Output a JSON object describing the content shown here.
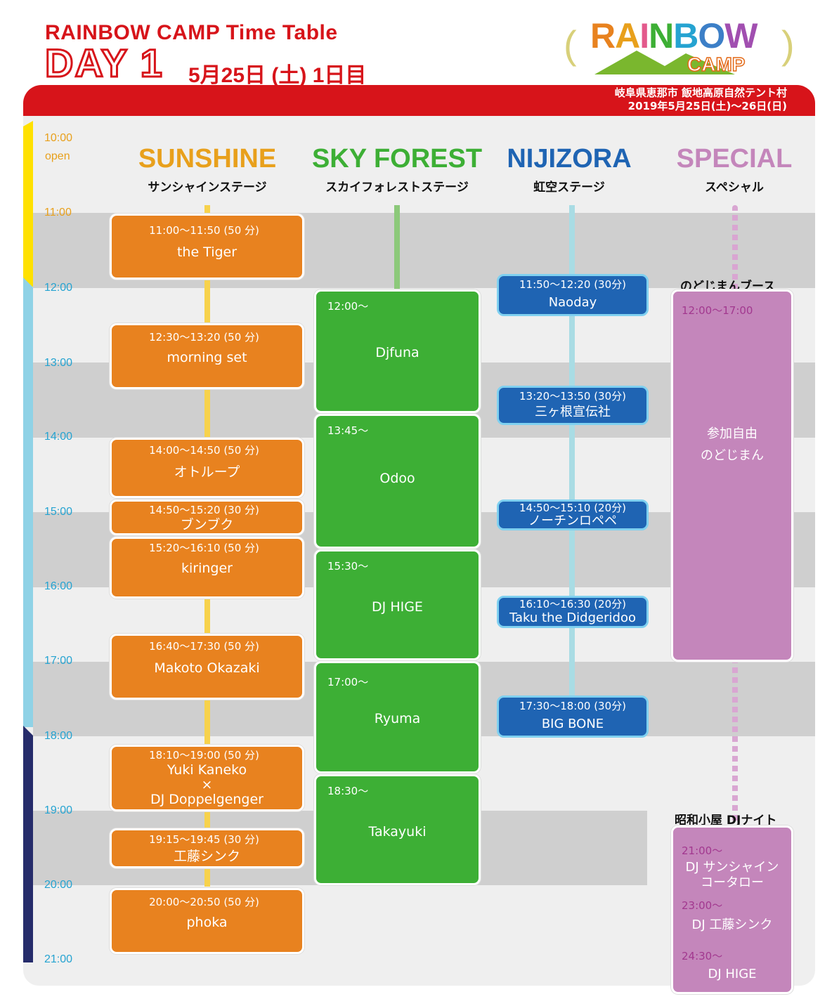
{
  "header": {
    "title": "RAINBOW CAMP  Time Table",
    "day": "DAY 1",
    "date": "5月25日 (土)  1日目"
  },
  "logo": {
    "word_letters": [
      "R",
      "A",
      "I",
      "N",
      "B",
      "O",
      "W"
    ],
    "word_colors": [
      "#e8821f",
      "#e8a01c",
      "#e35a8c",
      "#3daf35",
      "#25a3d1",
      "#3c7fc7",
      "#a14fb0"
    ],
    "camp": "CAMP",
    "paren_left": "(",
    "paren_right": ")"
  },
  "venue": {
    "line1": "岐阜県恵那市 飯地高原自然テント村",
    "line2": "2019年5月25日(土)〜26日(日)"
  },
  "timeline": {
    "open_time": "10:00",
    "open_label": "open",
    "hours": [
      "11:00",
      "12:00",
      "13:00",
      "14:00",
      "15:00",
      "16:00",
      "17:00",
      "18:00",
      "19:00",
      "20:00",
      "21:00"
    ]
  },
  "stages": [
    {
      "en": "SUNSHINE",
      "jp": "サンシャインステージ",
      "color": "#e8a01c"
    },
    {
      "en": "SKY FOREST",
      "jp": "スカイフォレストステージ",
      "color": "#3daf35"
    },
    {
      "en": "NIJIZORA",
      "jp": "虹空ステージ",
      "color": "#1f64b3"
    },
    {
      "en": "SPECIAL",
      "jp": "スペシャル",
      "color": "#c486bb"
    }
  ],
  "sunshine": [
    {
      "time": "11:00〜11:50 (50 分)",
      "name": "the Tiger"
    },
    {
      "time": "12:30〜13:20 (50 分)",
      "name": "morning set"
    },
    {
      "time": "14:00〜14:50 (50 分)",
      "name": "オトループ"
    },
    {
      "time": "14:50〜15:20 (30 分)",
      "name": "ブンブク"
    },
    {
      "time": "15:20〜16:10 (50 分)",
      "name": "kiringer"
    },
    {
      "time": "16:40〜17:30 (50 分)",
      "name": "Makoto Okazaki"
    },
    {
      "time": "18:10〜19:00 (50 分)",
      "name": "Yuki Kaneko",
      "name2": "×",
      "name3": "DJ Doppelgenger"
    },
    {
      "time": "19:15〜19:45 (30 分)",
      "name": "工藤シンク"
    },
    {
      "time": "20:00〜20:50 (50 分)",
      "name": "phoka"
    }
  ],
  "skyforest": [
    {
      "time": "12:00〜",
      "name": "Djfuna"
    },
    {
      "time": "13:45〜",
      "name": "Odoo"
    },
    {
      "time": "15:30〜",
      "name": "DJ HIGE"
    },
    {
      "time": "17:00〜",
      "name": "Ryuma"
    },
    {
      "time": "18:30〜",
      "name": "Takayuki"
    }
  ],
  "nijizora": [
    {
      "time": "11:50〜12:20 (30分)",
      "name": "Naoday"
    },
    {
      "time": "13:20〜13:50 (30分)",
      "name": "三ヶ根宣伝社"
    },
    {
      "time": "14:50〜15:10 (20分)",
      "name": "ノーチンロペペ"
    },
    {
      "time": "16:10〜16:30 (20分)",
      "name": "Taku the Didgeridoo"
    },
    {
      "time": "17:30〜18:00 (30分)",
      "name": "BIG BONE"
    }
  ],
  "special": {
    "booth_label": "のどじまんブース",
    "booth_time": "12:00〜17:00",
    "booth_text1": "参加自由",
    "booth_text2": "のどじまん",
    "night_label": "昭和小屋  DJナイト",
    "night": [
      {
        "time": "21:00〜",
        "name": "DJ サンシャイン",
        "name2": "コータロー"
      },
      {
        "time": "23:00〜",
        "name": "DJ 工藤シンク"
      },
      {
        "time": "24:30〜",
        "name": "DJ HIGE"
      }
    ]
  }
}
